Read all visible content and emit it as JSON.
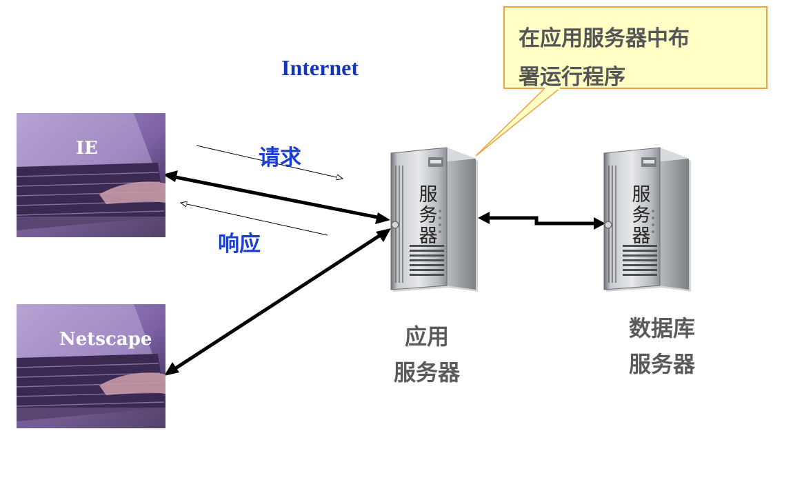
{
  "clients": [
    {
      "name": "IE"
    },
    {
      "name": "Netscape"
    }
  ],
  "network_label": "Internet",
  "request_label": "请求",
  "response_label": "响应",
  "callout": {
    "lines": [
      "在应用服务器中布",
      "署运行程序"
    ]
  },
  "app_server": {
    "body_lines": [
      "服",
      "务",
      "器"
    ],
    "caption_lines": [
      "应用",
      "服务器"
    ]
  },
  "db_server": {
    "body_lines": [
      "服",
      "务",
      "器"
    ],
    "caption_lines": [
      "数据库",
      "服务器"
    ]
  },
  "colors": {
    "label_blue": "#1a3fd0",
    "callout_fill": "#ffffc6",
    "callout_border": "#f0a040",
    "caption_gray": "#5a5a5a"
  }
}
